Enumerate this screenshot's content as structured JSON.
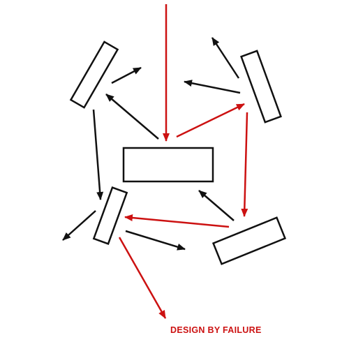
{
  "caption": "DESIGN BY FAILURE",
  "colors": {
    "red": "#cc1111",
    "black": "#111111",
    "background": "#ffffff"
  },
  "blocks": [
    {
      "id": "top-left-block"
    },
    {
      "id": "top-right-block"
    },
    {
      "id": "center-block"
    },
    {
      "id": "bottom-left-block"
    },
    {
      "id": "bottom-right-block"
    }
  ],
  "arrows": [
    {
      "id": "top-incoming-arrow",
      "color": "red"
    },
    {
      "id": "center-to-top-right-arrow",
      "color": "red"
    },
    {
      "id": "top-right-to-bottom-right-arrow",
      "color": "red"
    },
    {
      "id": "bottom-right-to-bottom-left-arrow",
      "color": "red"
    },
    {
      "id": "bottom-left-outgoing-arrow",
      "color": "red"
    },
    {
      "id": "top-left-outgoing-arrow",
      "color": "black"
    },
    {
      "id": "center-to-top-left-arrow",
      "color": "black"
    },
    {
      "id": "top-right-up-arrow",
      "color": "black"
    },
    {
      "id": "top-right-left-arrow",
      "color": "black"
    },
    {
      "id": "top-left-to-bottom-left-arrow",
      "color": "black"
    },
    {
      "id": "bottom-right-to-center-arrow",
      "color": "black"
    },
    {
      "id": "bottom-left-left-arrow",
      "color": "black"
    },
    {
      "id": "bottom-left-right-arrow",
      "color": "black"
    }
  ]
}
